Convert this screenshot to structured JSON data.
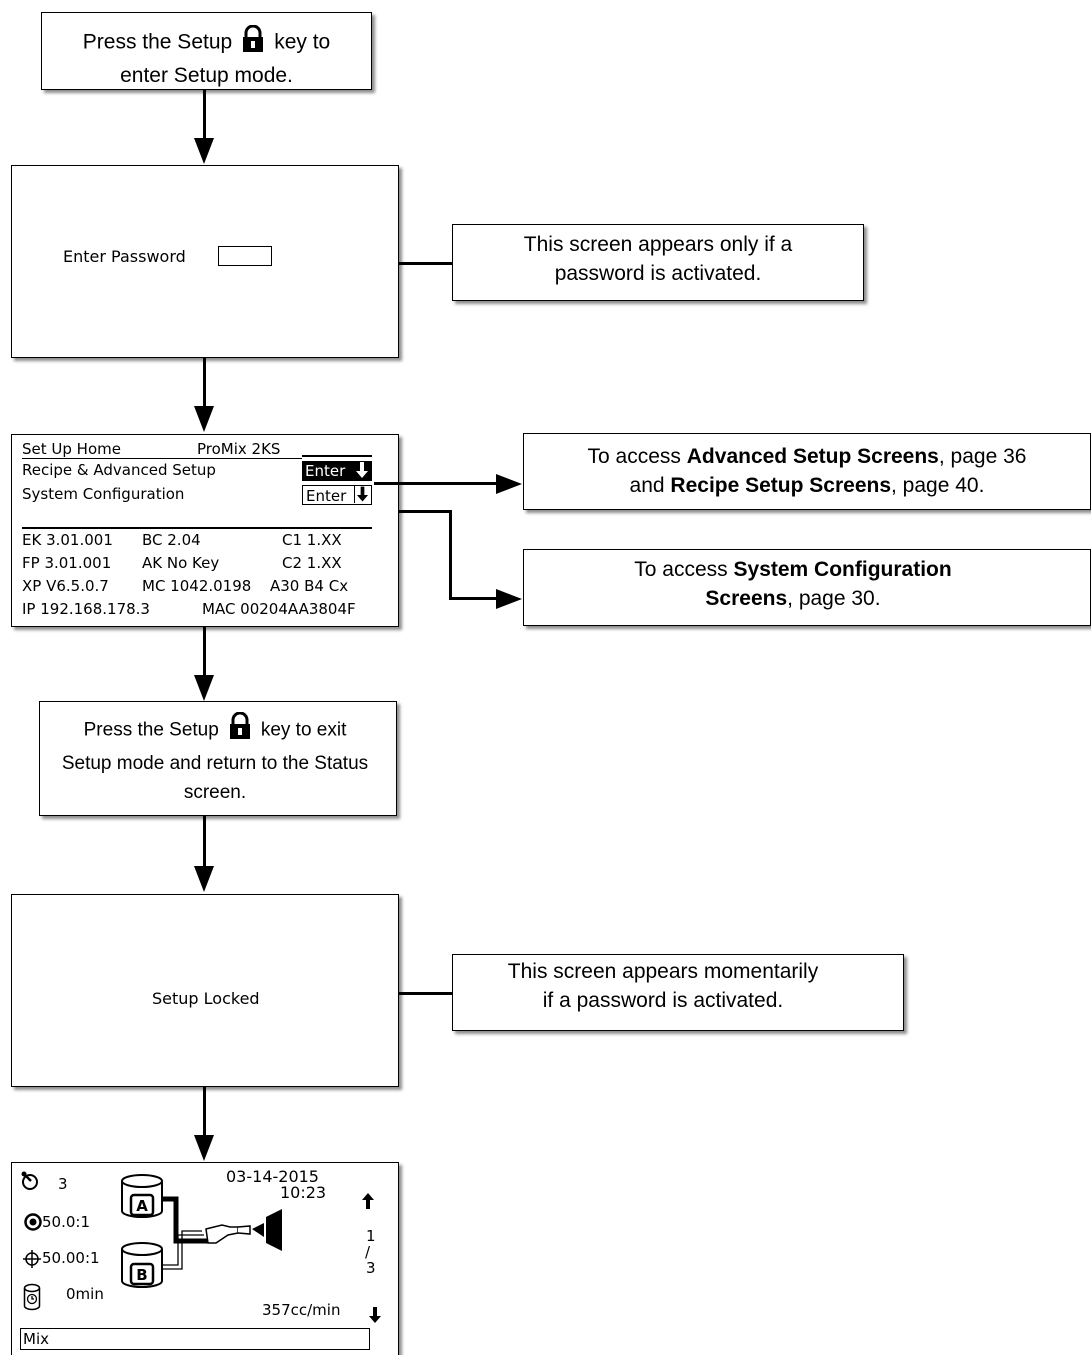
{
  "step1": {
    "pre": "Press the Setup",
    "post": "key to",
    "line2": "enter Setup mode."
  },
  "password_screen": {
    "label": "Enter Password"
  },
  "note_password": {
    "line1": "This screen appears only if a",
    "line2": "password is activated."
  },
  "setup_home": {
    "title": "Set Up Home",
    "product": "ProMix 2KS",
    "menu": [
      {
        "label": "Recipe & Advanced Setup",
        "button": "Enter",
        "highlighted": true
      },
      {
        "label": "System Configuration",
        "button": "Enter",
        "highlighted": false
      }
    ],
    "info_rows": [
      [
        "EK 3.01.001",
        "BC 2.04",
        "C1 1.XX"
      ],
      [
        "FP 3.01.001",
        "AK No Key",
        "C2 1.XX"
      ],
      [
        "XP V6.5.0.7",
        "MC 1042.0198",
        "A30 B4 Cx"
      ],
      [
        "IP 192.168.178.3",
        "MAC 00204AA3804F",
        ""
      ]
    ]
  },
  "note_advanced": {
    "pre": "To access ",
    "b1": "Advanced Setup Screens",
    "mid": ", page 36",
    "line2_pre": "and ",
    "b2": "Recipe Setup Screens",
    "line2_post": ", page 40."
  },
  "note_sysconfig": {
    "pre": "To access ",
    "b1": "System Configuration",
    "b2": "Screens",
    "post": ", page 30."
  },
  "step_exit": {
    "pre": "Press the Setup",
    "post": "key to exit",
    "line2": "Setup mode and return to the Status",
    "line3": "screen."
  },
  "locked_screen": {
    "label": "Setup Locked"
  },
  "note_locked": {
    "line1": "This screen appears momentarily",
    "line2": "if a password is activated."
  },
  "status_screen": {
    "recipe": "3",
    "date": "03-14-2015",
    "time": "10:23",
    "ratio_target": "50.0:1",
    "ratio_actual": "50.00:1",
    "pot_life": "0min",
    "flow": "357cc/min",
    "page_num": "1",
    "page_sep": "/",
    "page_total": "3",
    "tank_a": "A",
    "tank_b": "B",
    "mode": "Mix"
  },
  "icons": [
    "lock-icon",
    "arrow-down-icon",
    "gun-icon",
    "clock-icon",
    "target-icon"
  ]
}
